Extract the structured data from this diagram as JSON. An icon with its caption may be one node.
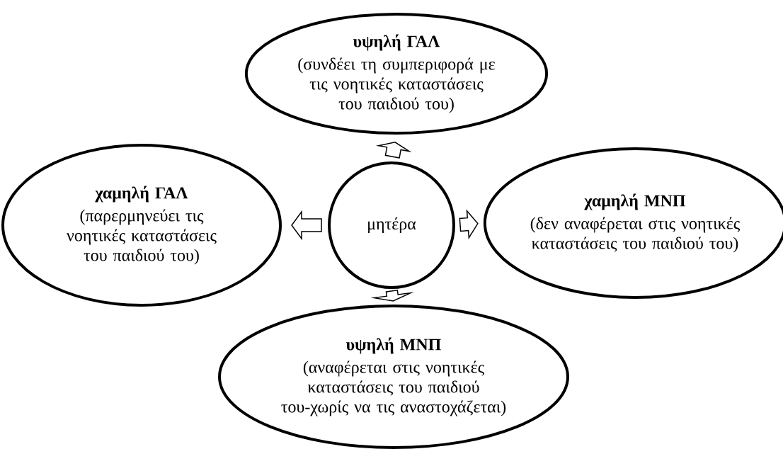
{
  "diagram": {
    "nodes": [
      {
        "text": [
          "υψηλή ΓΑΛ",
          "(συνδέει τη συμπεριφορά με τις νοητικές καταστάσεις του παιδιού του)"
        ]
      },
      {
        "text": [
          "χαμηλή ΓΑΛ",
          "(παρερμηνεύει τις νοητικές καταστάσεις του παιδιού του)"
        ]
      },
      {
        "text": [
          "μητέρα"
        ]
      },
      {
        "text": [
          "χαμηλή ΜΝΠ",
          "(δεν αναφέρεται στις νοητικές καταστάσεις του παιδιού του)"
        ]
      },
      {
        "text": [
          "υψηλή ΜΝΠ",
          "(αναφέρεται στις νοητικές καταστάσεις του παιδιού του-χωρίς να τις αναστοχάζεται)"
        ]
      }
    ],
    "edges": [
      {
        "from": 2,
        "to": 0,
        "arrow": "to"
      },
      {
        "from": 2,
        "to": 1,
        "arrow": "to"
      },
      {
        "from": 2,
        "to": 3,
        "arrow": "to"
      },
      {
        "from": 2,
        "to": 4,
        "arrow": "to"
      }
    ]
  }
}
